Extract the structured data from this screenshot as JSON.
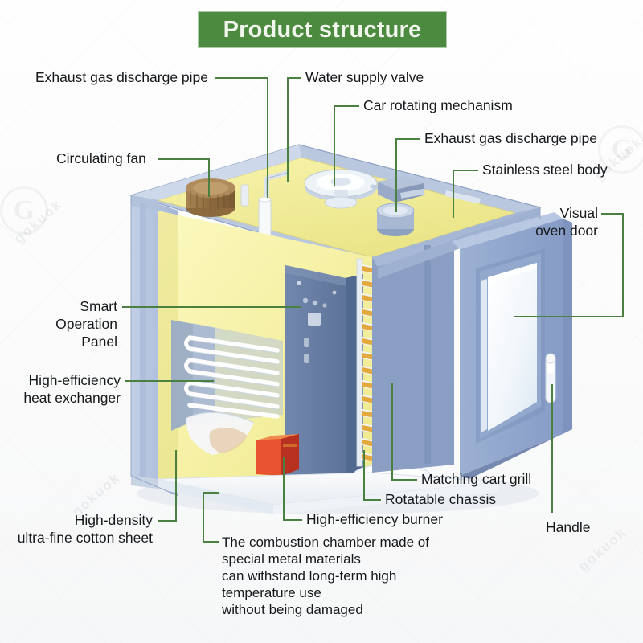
{
  "title": {
    "text": "Product structure",
    "banner_color": "#4b8a3f",
    "text_color": "#f2f7ee"
  },
  "theme": {
    "leader_line_color": "#4a8040",
    "label_color": "#16191c",
    "background": "#fdfdfd",
    "insulation_yellow": "#f6f2a4",
    "body_blue": "#8fa5cc",
    "panel_dark_blue": "#6d82a8",
    "burner_red": "#d9422b",
    "tray_orange": "#e8a93c",
    "shelf_white": "#f4f6f8"
  },
  "labels": [
    {
      "id": "exhaust-gas-discharge-pipe-top-left",
      "text": "Exhaust gas discharge pipe"
    },
    {
      "id": "water-supply-valve",
      "text": "Water supply valve"
    },
    {
      "id": "car-rotating-mechanism",
      "text": "Car rotating mechanism"
    },
    {
      "id": "exhaust-gas-discharge-pipe-right",
      "text": "Exhaust gas discharge pipe"
    },
    {
      "id": "stainless-steel-body",
      "text": "Stainless steel body"
    },
    {
      "id": "circulating-fan",
      "text": "Circulating fan"
    },
    {
      "id": "visual-oven-door-line1",
      "text": "Visual"
    },
    {
      "id": "visual-oven-door-line2",
      "text": "oven door"
    },
    {
      "id": "smart-operation-panel-line1",
      "text": "Smart"
    },
    {
      "id": "smart-operation-panel-line2",
      "text": "Operation"
    },
    {
      "id": "smart-operation-panel-line3",
      "text": "Panel"
    },
    {
      "id": "high-efficiency-heat-exchanger-line1",
      "text": "High-efficiency"
    },
    {
      "id": "high-efficiency-heat-exchanger-line2",
      "text": "heat exchanger"
    },
    {
      "id": "matching-cart-grill",
      "text": "Matching cart grill"
    },
    {
      "id": "rotatable-chassis",
      "text": "Rotatable chassis"
    },
    {
      "id": "high-efficiency-burner",
      "text": "High-efficiency burner"
    },
    {
      "id": "handle",
      "text": "Handle"
    },
    {
      "id": "high-density-cotton-line1",
      "text": "High-density"
    },
    {
      "id": "high-density-cotton-line2",
      "text": "ultra-fine cotton sheet"
    },
    {
      "id": "combustion-chamber-line1",
      "text": "The combustion chamber made of"
    },
    {
      "id": "combustion-chamber-line2",
      "text": "special metal materials"
    },
    {
      "id": "combustion-chamber-line3",
      "text": "can withstand long-term high"
    },
    {
      "id": "combustion-chamber-line4",
      "text": "temperature use"
    },
    {
      "id": "combustion-chamber-line5",
      "text": "without being damaged"
    }
  ],
  "watermark": {
    "text": "gokuok",
    "letter": "G"
  },
  "chart_data": {
    "type": "diagram",
    "title": "Product structure",
    "subject": "Industrial rotary rack gas baking oven — cutaway structural diagram",
    "callouts": [
      {
        "label": "Exhaust gas discharge pipe",
        "side": "top-left",
        "points_to": "vertical flue pipe on top deck"
      },
      {
        "label": "Water supply valve",
        "side": "top-center",
        "points_to": "white steam/water pipe on top deck"
      },
      {
        "label": "Car rotating mechanism",
        "side": "top-right",
        "points_to": "circular rotating hub plate on top deck"
      },
      {
        "label": "Exhaust gas discharge pipe",
        "side": "top-right",
        "points_to": "gray exhaust cylinder at rear right of top deck"
      },
      {
        "label": "Stainless steel body",
        "side": "top-right",
        "points_to": "outer top edge / cabinet shell"
      },
      {
        "label": "Circulating fan",
        "side": "left",
        "points_to": "brown ribbed fan cylinder on top deck"
      },
      {
        "label": "Visual oven door",
        "side": "right",
        "points_to": "glass window of the swing door"
      },
      {
        "label": "Smart Operation Panel",
        "side": "left",
        "points_to": "dark blue-gray control panel column"
      },
      {
        "label": "High-efficiency heat exchanger",
        "side": "left",
        "points_to": "white finned coil bank on left interior wall"
      },
      {
        "label": "Matching cart grill",
        "side": "bottom-right",
        "points_to": "tray rack loaded with baking trays"
      },
      {
        "label": "Rotatable chassis",
        "side": "bottom-right",
        "points_to": "round base plate under the tray rack"
      },
      {
        "label": "High-efficiency burner",
        "side": "bottom",
        "points_to": "red burner block at chamber floor"
      },
      {
        "label": "Handle",
        "side": "bottom-right",
        "points_to": "white door handle"
      },
      {
        "label": "High-density ultra-fine cotton sheet",
        "side": "bottom-left",
        "points_to": "yellow insulation layer in the wall"
      },
      {
        "label": "The combustion chamber made of special metal materials can withstand long-term high temperature use without being damaged",
        "side": "bottom-center",
        "points_to": "combustion chamber floor region"
      }
    ],
    "tray_count": 14
  }
}
